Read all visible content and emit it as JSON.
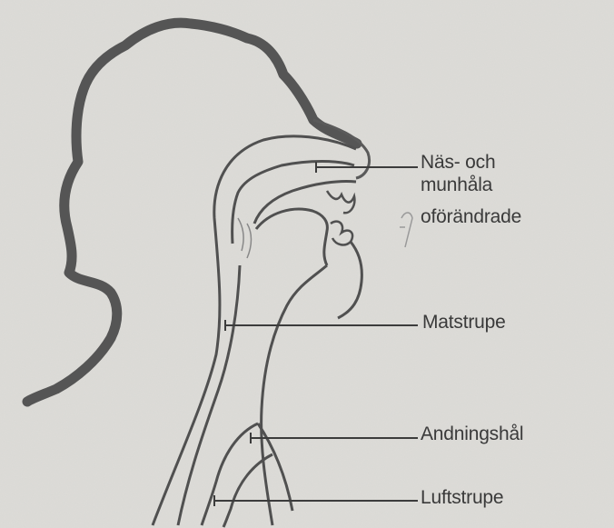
{
  "labels": {
    "nasal_oral_line1": "Näs- och",
    "nasal_oral_line2": "munhåla",
    "nasal_oral_line3": "oförändrade",
    "esophagus": "Matstrupe",
    "breathing_hole": "Andningshål",
    "trachea": "Luftstrupe"
  },
  "colors": {
    "paper": "#d9d8d4",
    "ink": "#3a3a3a",
    "outline": "#555555",
    "leader": "#3c3c3c"
  }
}
